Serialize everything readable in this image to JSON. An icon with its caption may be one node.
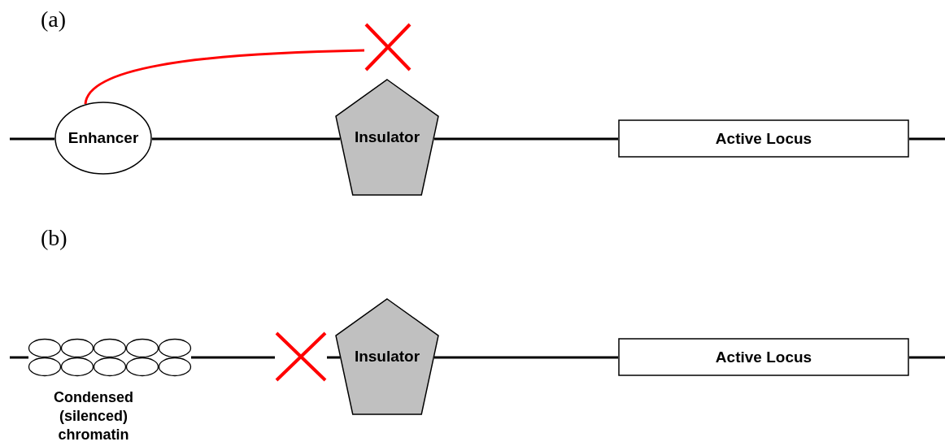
{
  "diagram": {
    "nodes": [
      {
        "text": [],
        "shape": "cross"
      },
      {
        "text": [
          "Enhancer"
        ]
      },
      {
        "text": [
          "Insulator"
        ]
      },
      {
        "text": [
          "Active Locus"
        ]
      },
      {
        "text": [],
        "shape": "beads",
        "beside": [
          "Condensed (silenced) chromatin"
        ]
      },
      {
        "text": [],
        "shape": "cross"
      },
      {
        "text": [
          "Insulator"
        ]
      },
      {
        "text": [
          "Active Locus"
        ]
      }
    ],
    "edges": [
      {
        "from": 1,
        "to": 0,
        "arrow": "none",
        "color": "#ff0000"
      },
      {
        "from": null,
        "to": 1,
        "arrow": "none"
      },
      {
        "from": 1,
        "to": 2,
        "arrow": "none"
      },
      {
        "from": 2,
        "to": 3,
        "arrow": "none"
      },
      {
        "from": 3,
        "to": null,
        "arrow": "none"
      },
      {
        "from": null,
        "to": 4,
        "arrow": "none"
      },
      {
        "from": 4,
        "to": 5,
        "arrow": "none"
      },
      {
        "from": 5,
        "to": 6,
        "arrow": "none"
      },
      {
        "from": 6,
        "to": 7,
        "arrow": "none"
      },
      {
        "from": 7,
        "to": null,
        "arrow": "none"
      }
    ],
    "labels": [
      "(a)",
      "(b)"
    ]
  }
}
